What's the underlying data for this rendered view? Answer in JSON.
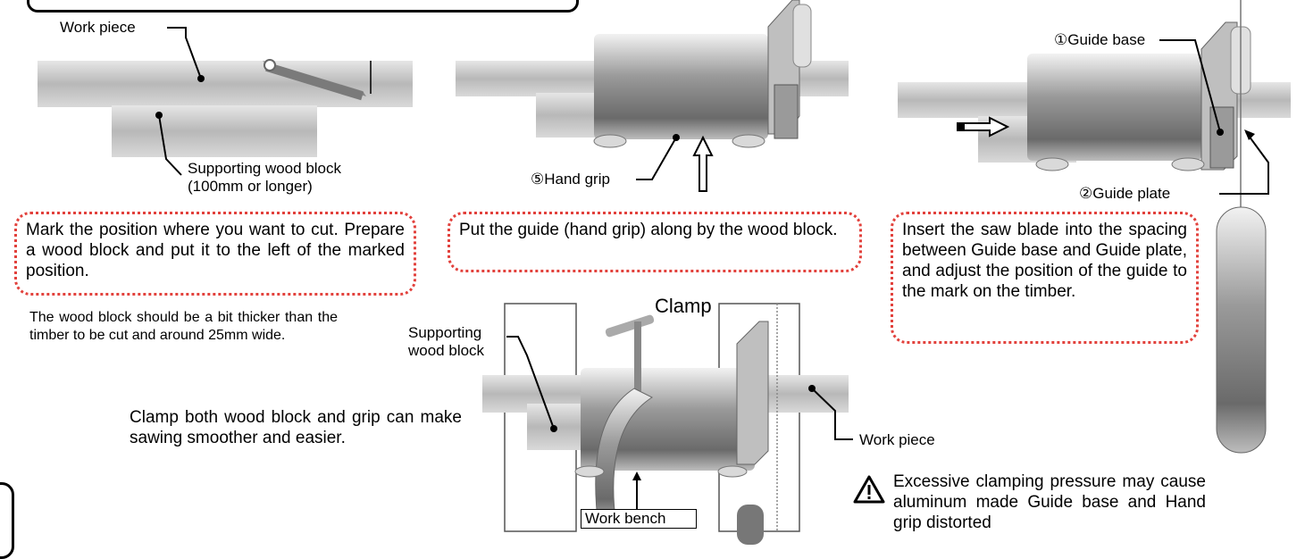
{
  "labels": {
    "work_piece_top": "Work piece",
    "supporting_block": "Supporting wood block",
    "supporting_block_len": "(100mm or longer)",
    "hand_grip": "⑤Hand grip",
    "guide_base": "①Guide base",
    "guide_plate": "②Guide plate",
    "clamp": "Clamp",
    "supporting_line1": "Supporting",
    "supporting_line2": "wood block",
    "work_piece_bottom": "Work piece",
    "work_bench": "Work bench"
  },
  "steps": {
    "step1": "Mark the position where you want to cut. Prepare a wood block and put it to the left of the marked position.",
    "step2": "Put the guide (hand grip) along by the wood block.",
    "step3": "Insert the saw blade into the spacing between Guide base and Guide plate, and adjust the position of the guide to the mark on the timber."
  },
  "notes": {
    "block_thickness": "The wood block should be a bit thicker than the timber to be cut and around 25mm wide.",
    "clamp_tip": "Clamp both wood block and grip can make sawing smoother and easier.",
    "warning": "Excessive clamping pressure may cause aluminum made Guide base and Hand grip distorted"
  },
  "colors": {
    "box_border": "#e2413c",
    "wood": "#c9c9c9",
    "metal": "#8a8a8a"
  },
  "icons": {
    "warning": "warning-triangle-icon",
    "arrow": "insert-arrow-icon"
  }
}
